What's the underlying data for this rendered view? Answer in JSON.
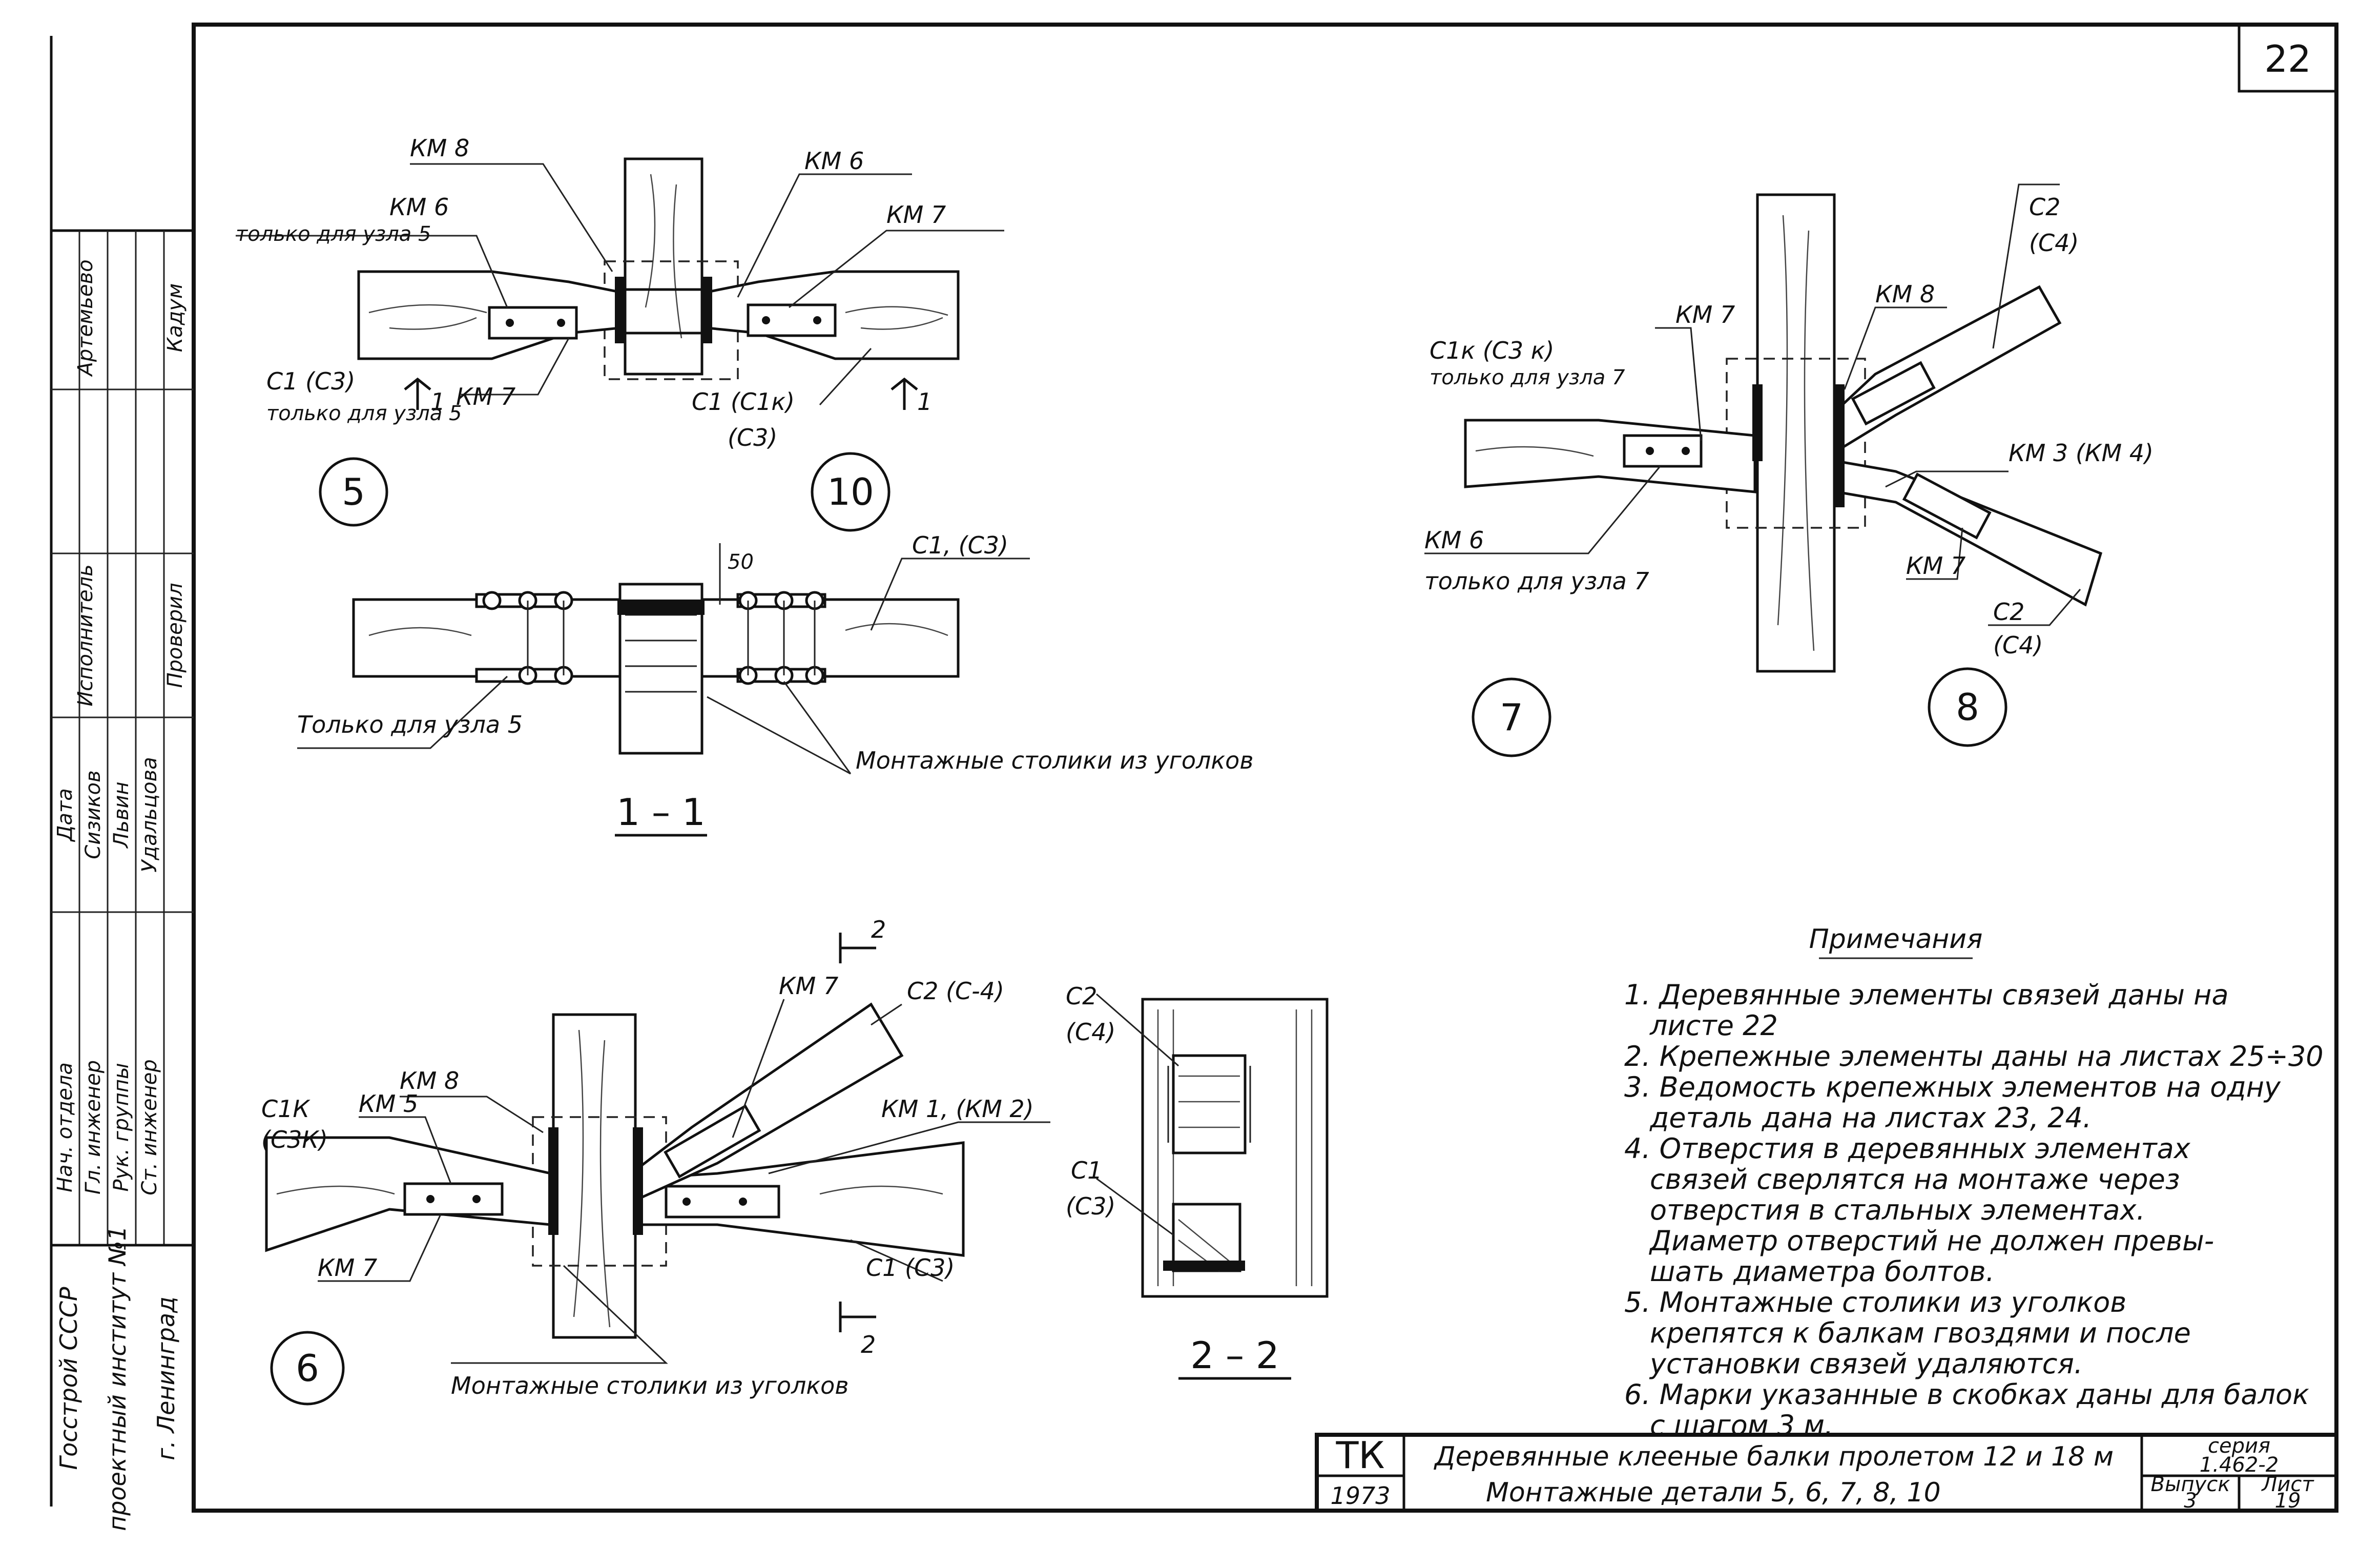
{
  "sheet": {
    "number": "22",
    "stamp": {
      "series_label": "серия",
      "series_value": "1.462-2",
      "issue_label": "Выпуск",
      "issue_value": "3",
      "sheet_label": "Лист",
      "sheet_value": "19",
      "code": "ТК",
      "year": "1973",
      "title": "Деревянные клееные балки пролетом 12 и 18 м",
      "subtitle": "Монтажные детали 5, 6, 7, 8, 10"
    },
    "side_block": {
      "org": [
        "Госстрой СССР",
        "проектный институт №1",
        "г. Ленинград"
      ],
      "roles": [
        "Нач. отдела",
        "Гл. инженер",
        "Рук. группы",
        "Ст. инженер"
      ],
      "signer_row": [
        "Исполнитель",
        "Проверил"
      ],
      "columns": [
        "Дата",
        "Сизиков",
        "Львин",
        "Удальцова"
      ],
      "names": [
        "Артемьево",
        "Кадум"
      ]
    }
  },
  "detail_5_10": {
    "callouts": [
      "КМ 8",
      "КМ 6",
      "только для узла 5",
      "КМ 6",
      "КМ 7",
      "С1 (С3)",
      "только для узла 5",
      "КМ 7",
      "С1 (С1к)",
      "(С3)"
    ],
    "section_marks": [
      "1",
      "1"
    ],
    "nodes": [
      "5",
      "10"
    ]
  },
  "section_1_1": {
    "dimension": "50",
    "callouts": [
      "С1, (С3)",
      "Только для узла 5",
      "Монтажные столики из уголков"
    ],
    "label": "1 – 1"
  },
  "detail_7_8": {
    "callouts": [
      "С2",
      "(С4)",
      "КМ 8",
      "КМ 7",
      "С1к (С3 к)",
      "только для узла 7",
      "КМ 3 (КМ 4)",
      "КМ 6",
      "только для узла 7",
      "КМ 7",
      "С2",
      "(С4)"
    ],
    "nodes": [
      "7",
      "8"
    ]
  },
  "detail_6": {
    "callouts": [
      "КМ 7",
      "С2 (С-4)",
      "КМ 8",
      "С1К",
      "(С3К)",
      "КМ 5",
      "КМ 1, (КМ 2)",
      "КМ 7",
      "С1 (С3)",
      "Монтажные столики из уголков"
    ],
    "section_marks": [
      "2",
      "2"
    ],
    "node": "6"
  },
  "section_2_2": {
    "callouts": [
      "С2",
      "(С4)",
      "С1",
      "(С3)"
    ],
    "label": "2 – 2"
  },
  "notes": {
    "heading": "Примечания",
    "lines": [
      "1. Деревянные элементы связей даны на",
      "листе 22",
      "2. Крепежные элементы даны на листах 25÷30",
      "3. Ведомость крепежных элементов на одну",
      "деталь дана на листах 23, 24.",
      "4. Отверстия в деревянных элементах",
      "связей сверлятся на монтаже через",
      "отверстия в стальных элементах.",
      "Диаметр отверстий не должен превы-",
      "шать диаметра болтов.",
      "5. Монтажные столики из уголков",
      "крепятся к балкам гвоздями и после",
      "установки связей удаляются.",
      "6. Марки указанные в скобках даны для балок",
      "с шагом 3 м."
    ]
  }
}
